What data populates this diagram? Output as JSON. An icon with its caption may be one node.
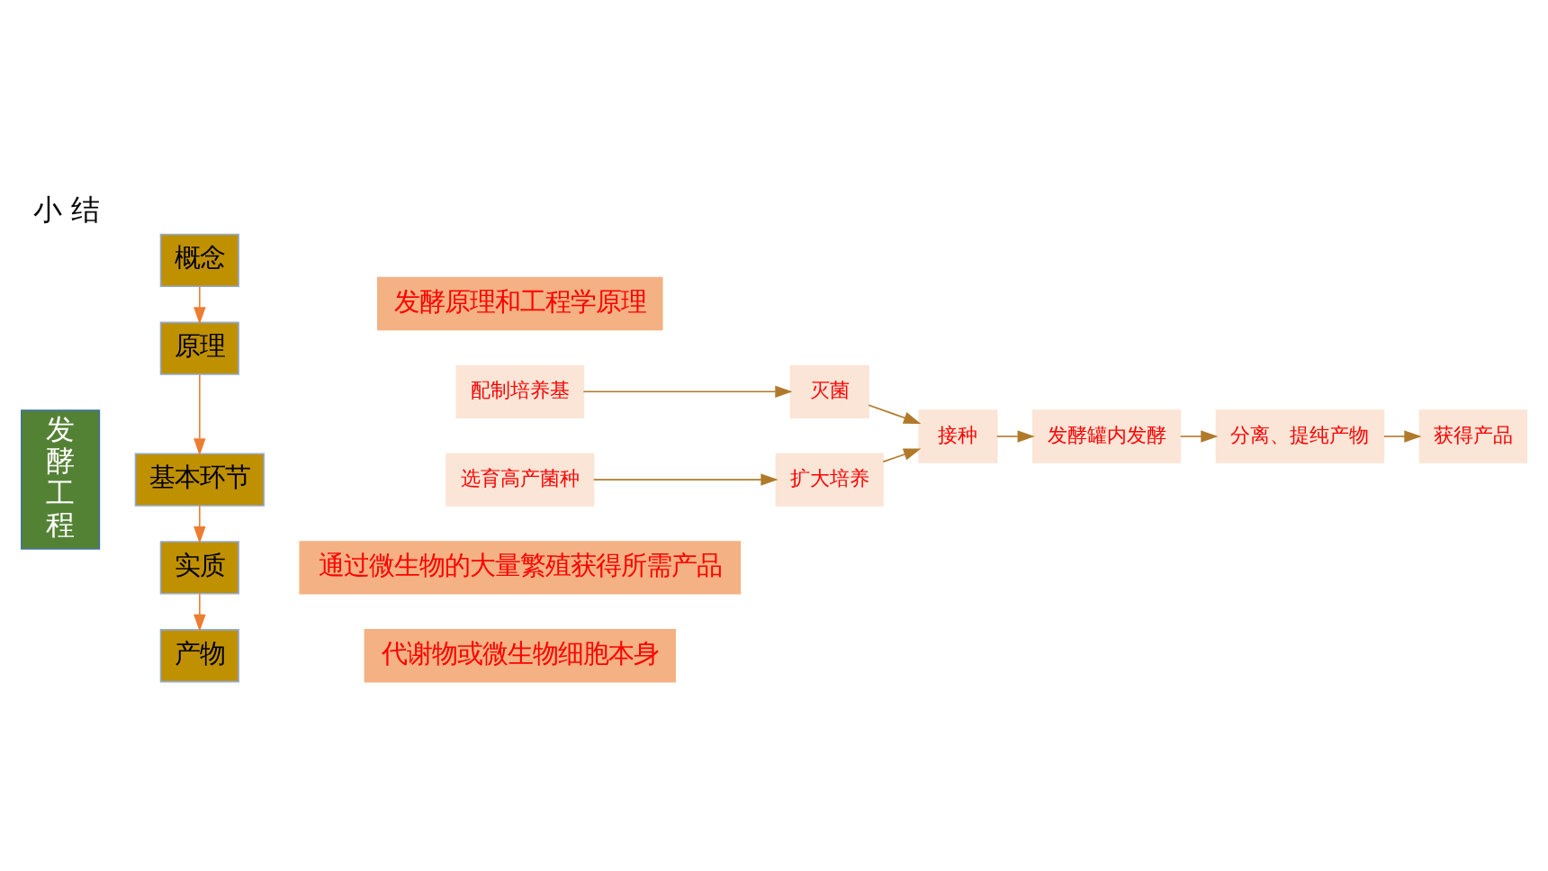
{
  "diagram": {
    "title": "小 结",
    "nodes": [
      {
        "text": [
          "发酵工程"
        ]
      },
      {
        "text": [
          "概念"
        ]
      },
      {
        "text": [
          "原理"
        ]
      },
      {
        "text": [
          "基本环节"
        ]
      },
      {
        "text": [
          "实质"
        ]
      },
      {
        "text": [
          "产物"
        ]
      },
      {
        "text": [
          "发酵原理和工程学原理"
        ]
      },
      {
        "text": [
          "通过微生物的大量繁殖获得所需产品"
        ]
      },
      {
        "text": [
          "代谢物或微生物细胞本身"
        ]
      },
      {
        "text": [
          "选育高产菌种"
        ]
      },
      {
        "text": [
          "扩大培养"
        ]
      },
      {
        "text": [
          "配制培养基"
        ]
      },
      {
        "text": [
          "灭菌"
        ]
      },
      {
        "text": [
          "接种"
        ]
      },
      {
        "text": [
          "发酵罐内发酵"
        ]
      },
      {
        "text": [
          "分离、提纯产物"
        ]
      },
      {
        "text": [
          "获得产品"
        ]
      }
    ],
    "edges": [
      {
        "from": 1,
        "to": 2,
        "arrow": "to",
        "color": "#ed7d31"
      },
      {
        "from": 2,
        "to": 3,
        "arrow": "to",
        "color": "#ed7d31"
      },
      {
        "from": 3,
        "to": 4,
        "arrow": "to",
        "color": "#ed7d31"
      },
      {
        "from": 4,
        "to": 5,
        "arrow": "to",
        "color": "#ed7d31"
      },
      {
        "from": 9,
        "to": 10,
        "arrow": "to"
      },
      {
        "from": 11,
        "to": 12,
        "arrow": "to"
      },
      {
        "from": 10,
        "to": 13,
        "arrow": "to"
      },
      {
        "from": 12,
        "to": 13,
        "arrow": "to"
      },
      {
        "from": 13,
        "to": 14,
        "arrow": "to"
      },
      {
        "from": 14,
        "to": 15,
        "arrow": "to"
      },
      {
        "from": 15,
        "to": 16,
        "arrow": "to"
      }
    ]
  }
}
